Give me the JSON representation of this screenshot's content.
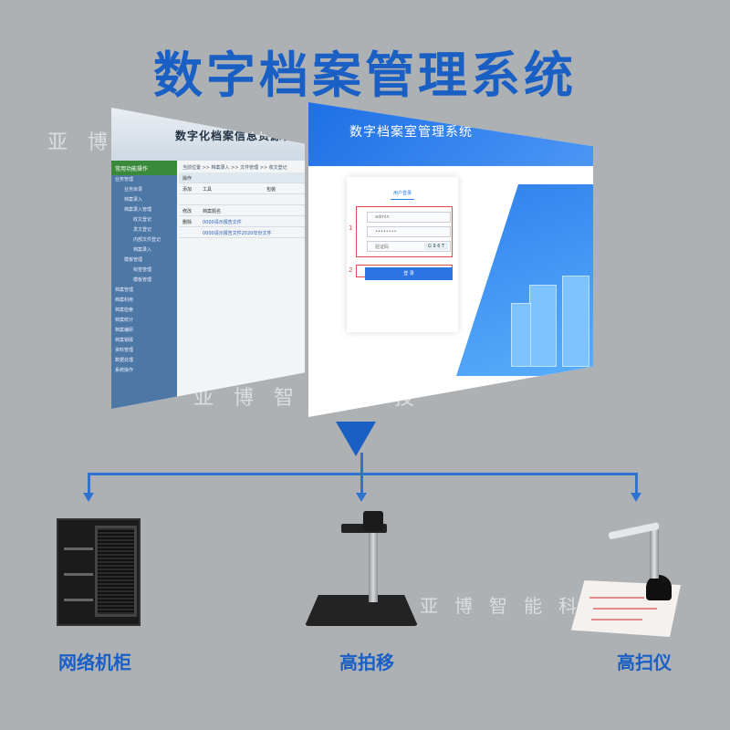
{
  "title": "数字档案管理系统",
  "watermark": "亚博智能科技",
  "left_screenshot": {
    "header_title": "数字化档案信息资源管理系统",
    "sidebar_header": "常用功能操作",
    "sidebar_items": [
      {
        "label": "业务管理",
        "level": 0
      },
      {
        "label": "业务目录",
        "level": 1
      },
      {
        "label": "档案录入",
        "level": 1
      },
      {
        "label": "档案录入管理",
        "level": 1
      },
      {
        "label": "收文登记",
        "level": 2
      },
      {
        "label": "发文登记",
        "level": 2
      },
      {
        "label": "内部文件登记",
        "level": 2
      },
      {
        "label": "档案录入",
        "level": 2
      },
      {
        "label": "模板管理",
        "level": 1
      },
      {
        "label": "标签管理",
        "level": 2
      },
      {
        "label": "模板管理",
        "level": 2
      },
      {
        "label": "档案管理",
        "level": 0
      },
      {
        "label": "档案利用",
        "level": 0
      },
      {
        "label": "档案检索",
        "level": 0
      },
      {
        "label": "档案统计",
        "level": 0
      },
      {
        "label": "档案编研",
        "level": 0
      },
      {
        "label": "档案销毁",
        "level": 0
      },
      {
        "label": "资料管理",
        "level": 0
      },
      {
        "label": "数据处理",
        "level": 0
      },
      {
        "label": "系统操作",
        "level": 0
      }
    ],
    "breadcrumb": "当前位置 >> 档案录入 >> 文件管理 >> 收文登记",
    "rows": [
      {
        "cells": [
          "操作",
          "",
          ""
        ],
        "head": true
      },
      {
        "cells": [
          "添加",
          "工具",
          "包装"
        ],
        "head": false
      },
      {
        "cells": [
          "",
          "",
          ""
        ],
        "head": false
      },
      {
        "cells": [
          "修改",
          "档案题名",
          ""
        ],
        "head": false
      },
      {
        "cells": [
          "删除",
          "0000请示报告文件",
          ""
        ],
        "head": false
      },
      {
        "cells": [
          "",
          "0000请示报告文件2020年份文件",
          ""
        ],
        "head": false
      }
    ]
  },
  "right_screenshot": {
    "header_title": "数字档案室管理系统",
    "login_tab": "用户登录",
    "username_value": "admin",
    "password_value": "••••••••",
    "captcha_placeholder": "验证码",
    "captcha_image": "G 9 6 T",
    "login_button": "登 录",
    "step_1": "1",
    "step_2": "2"
  },
  "devices": [
    {
      "label": "网络机柜",
      "icon": "network-cabinet"
    },
    {
      "label": "高拍移",
      "icon": "document-camera"
    },
    {
      "label": "高扫仪",
      "icon": "overhead-scanner"
    }
  ],
  "colors": {
    "accent": "#1a5fc4",
    "background": "#aeb1b4",
    "arrow": "#2f72cf"
  }
}
